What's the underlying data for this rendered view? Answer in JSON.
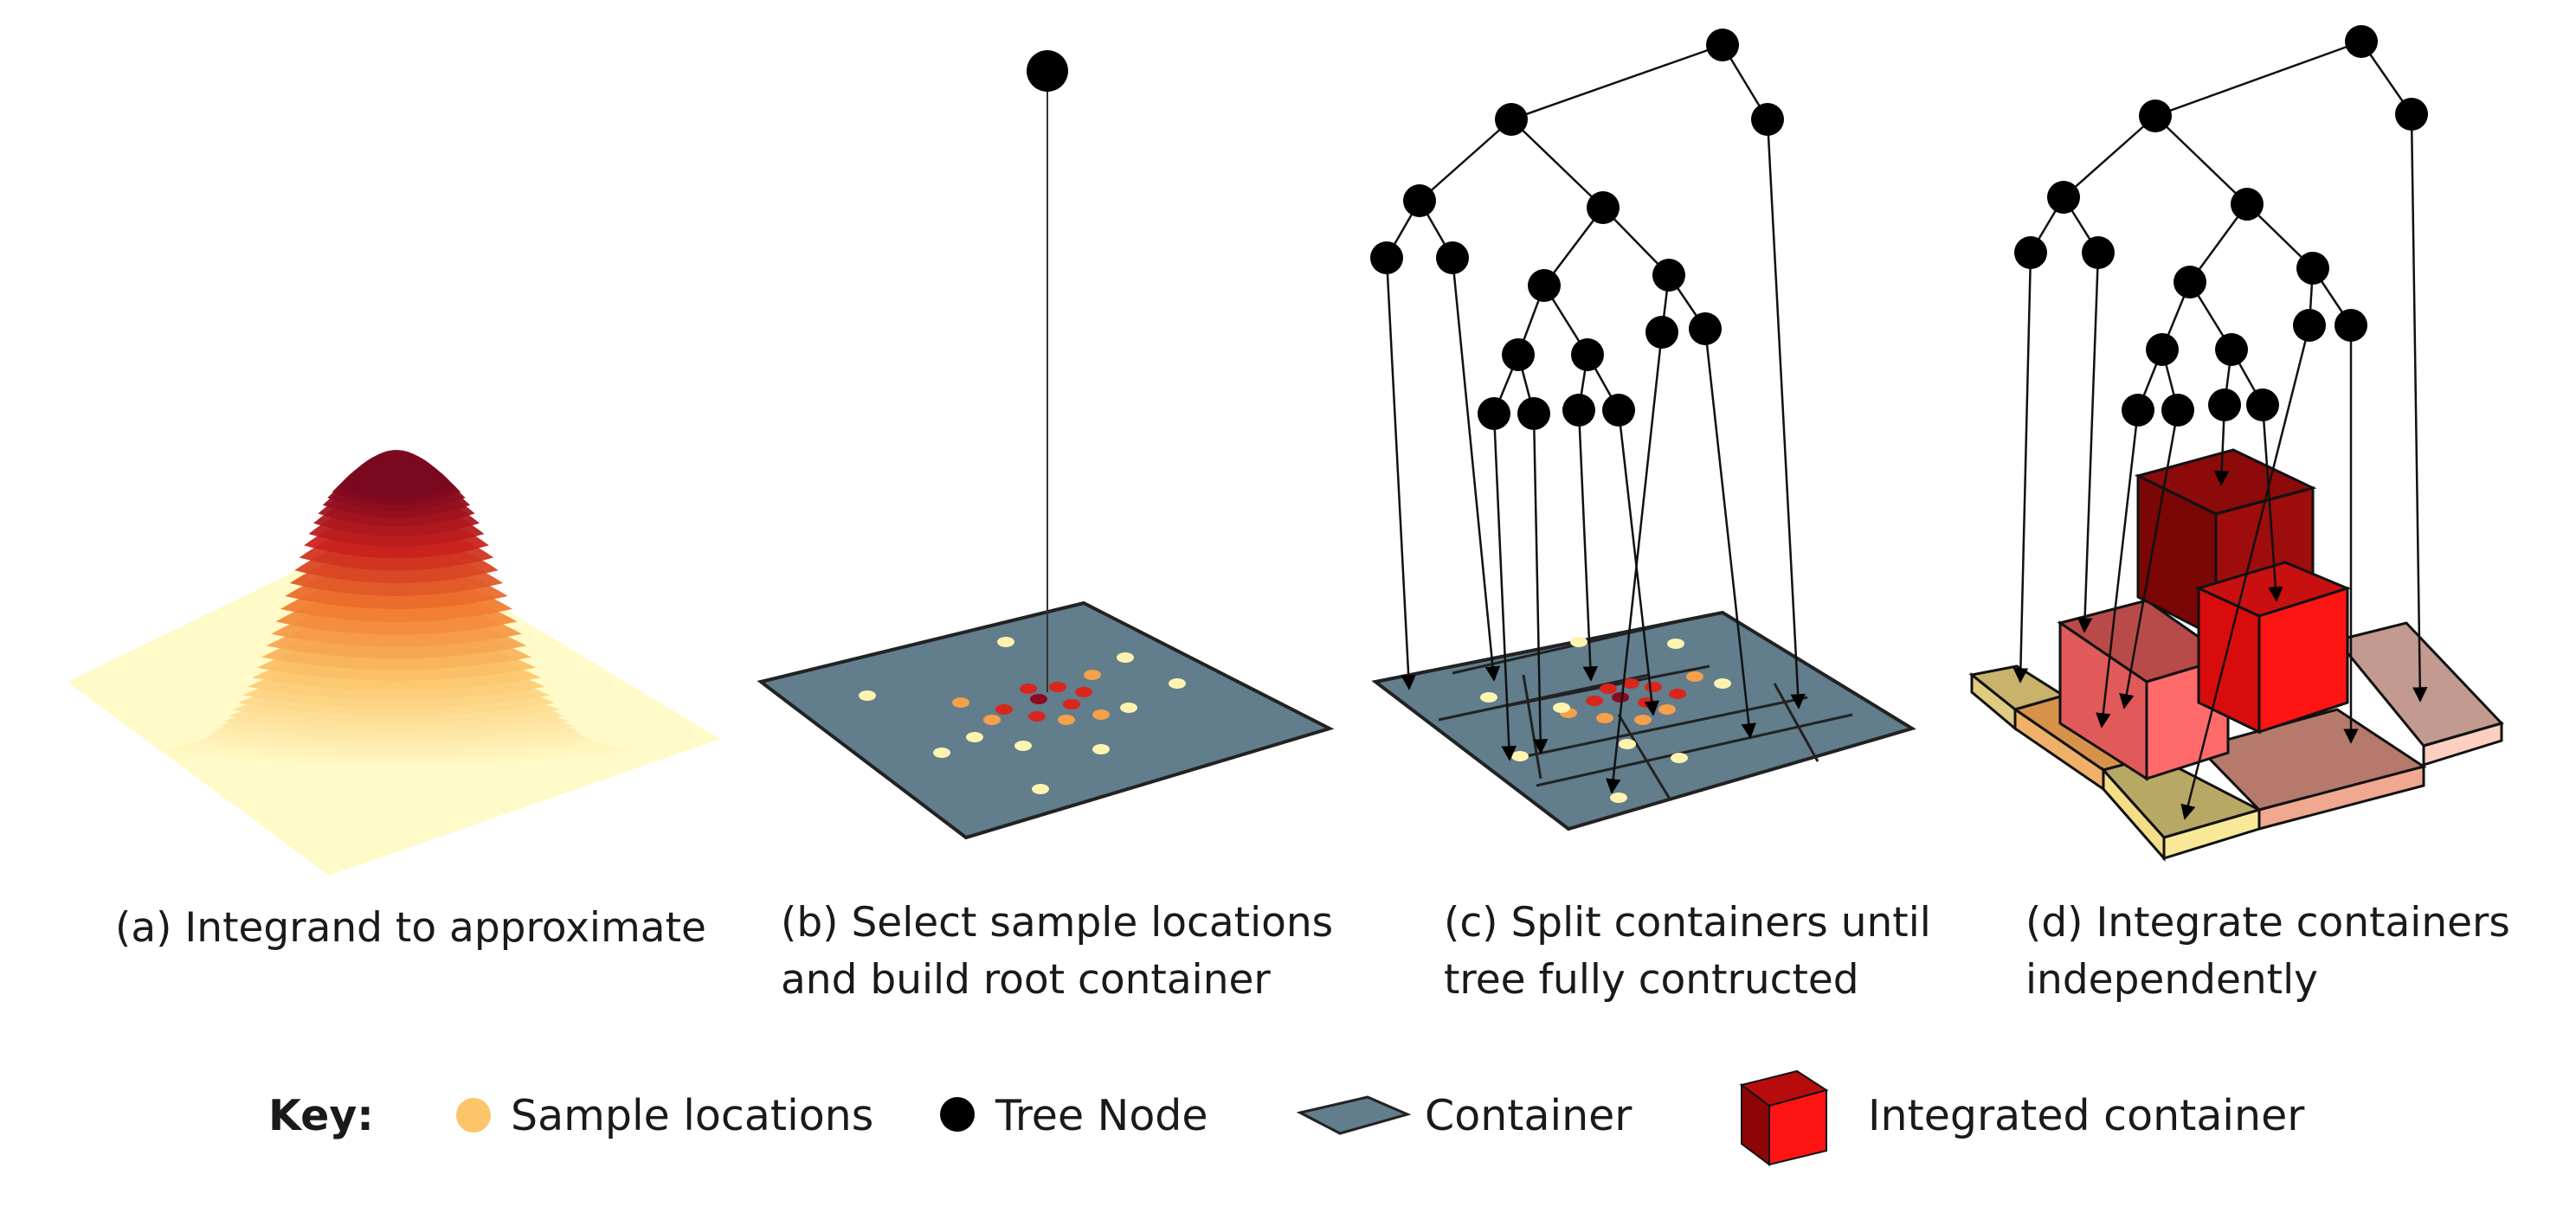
{
  "captions": {
    "a": {
      "line1": "(a) Integrand to approximate"
    },
    "b": {
      "line1": "(b)  Select sample locations",
      "line2": "and build root container"
    },
    "c": {
      "line1": "(c) Split containers until",
      "line2": "tree fully contructed"
    },
    "d": {
      "line1": "(d) Integrate containers",
      "line2": "independently"
    }
  },
  "key": {
    "title": "Key:",
    "sample_locations": "Sample locations",
    "tree_node": "Tree Node",
    "container": "Container",
    "integrated_container": "Integrated container"
  },
  "colors": {
    "node": "#000000",
    "container_fill": "#627d8c",
    "sample_light": "#fff3b0",
    "sample_mid": "#f5a04a",
    "sample_hot": "#d8261c",
    "sample_max": "#8c0a1e",
    "bell_low": "#fff8c4",
    "bell_high": "#7a0820",
    "integrated_red": "#e81010"
  },
  "icons": {
    "sample": "sample-location-dot-icon",
    "node": "tree-node-dot-icon",
    "container": "container-plane-icon",
    "integrated": "integrated-container-cube-icon"
  }
}
